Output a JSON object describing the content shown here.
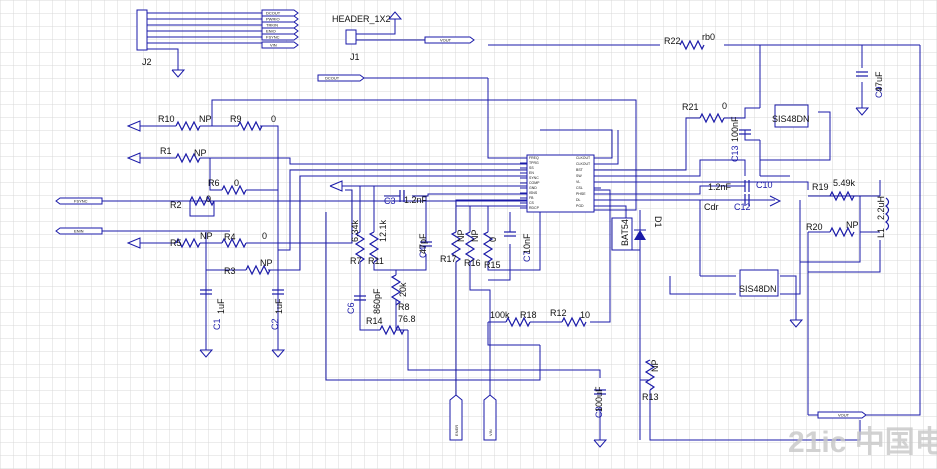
{
  "header": {
    "name": "HEADER_1X2",
    "ref": "J1"
  },
  "connector_j2": {
    "ref": "J2",
    "pins": [
      "DCOUT",
      "PWRIO",
      "TRKIN",
      "ENIO",
      "FSYNC",
      "VIN"
    ]
  },
  "ic": {
    "left_pins": [
      "FREQ",
      "TPRG",
      "SS",
      "EN",
      "SYNC",
      "COMP",
      "GND",
      "ISNS",
      "FB",
      "CS",
      "RDCP"
    ],
    "right_pins": [
      "CLKOUT",
      "CLKOUT",
      "BST",
      "SW",
      "VL",
      "CSL",
      "PHSE",
      "DL",
      "PGD"
    ]
  },
  "nets": {
    "dcout": "DCOUT",
    "fsync": "FSYNC",
    "enin": "ENIN",
    "vout_top": "VOUT",
    "vout_bottom": "VOUT",
    "vin": "VIN",
    "ener": "ENER"
  },
  "resistors": [
    {
      "ref": "R10",
      "value": "NP"
    },
    {
      "ref": "R9",
      "value": "0"
    },
    {
      "ref": "R1",
      "value": "NP"
    },
    {
      "ref": "R6",
      "value": "0"
    },
    {
      "ref": "R2",
      "value": "0"
    },
    {
      "ref": "R5",
      "value": "NP"
    },
    {
      "ref": "R4",
      "value": "0"
    },
    {
      "ref": "R3",
      "value": "NP"
    },
    {
      "ref": "R7",
      "value": "6.34k"
    },
    {
      "ref": "R11",
      "value": "12.1k"
    },
    {
      "ref": "R8",
      "value": "20k"
    },
    {
      "ref": "R14",
      "value": "76.8"
    },
    {
      "ref": "R17",
      "value": "NP"
    },
    {
      "ref": "R16",
      "value": "NP"
    },
    {
      "ref": "R15",
      "value": "0"
    },
    {
      "ref": "R18",
      "value": "100k"
    },
    {
      "ref": "R12",
      "value": "10"
    },
    {
      "ref": "R13",
      "value": "NP"
    },
    {
      "ref": "R22",
      "value": "rb0"
    },
    {
      "ref": "R21",
      "value": "0"
    },
    {
      "ref": "R19",
      "value": "5.49k"
    },
    {
      "ref": "R20",
      "value": "NP"
    }
  ],
  "capacitors": [
    {
      "ref": "C1",
      "value": "1uF"
    },
    {
      "ref": "C2",
      "value": "1uF"
    },
    {
      "ref": "C3",
      "value": "1.2nF"
    },
    {
      "ref": "C4",
      "value": "47pF"
    },
    {
      "ref": "C6",
      "value": "860pF"
    },
    {
      "ref": "C7",
      "value": "10nF"
    },
    {
      "ref": "C8",
      "value": "100uF"
    },
    {
      "ref": "C9",
      "value": "47uF"
    },
    {
      "ref": "C10",
      "value": "1.2nF"
    },
    {
      "ref": "C12",
      "value": "Cdr"
    },
    {
      "ref": "C13",
      "value": "100nF"
    }
  ],
  "diode": {
    "ref": "D1",
    "part": "BAT54"
  },
  "inductor": {
    "ref": "L1",
    "value": "2.2uH"
  },
  "fets": {
    "top": "SIS48DN",
    "bottom": "SIS48DN"
  },
  "watermark": "21ic 中国电子网"
}
